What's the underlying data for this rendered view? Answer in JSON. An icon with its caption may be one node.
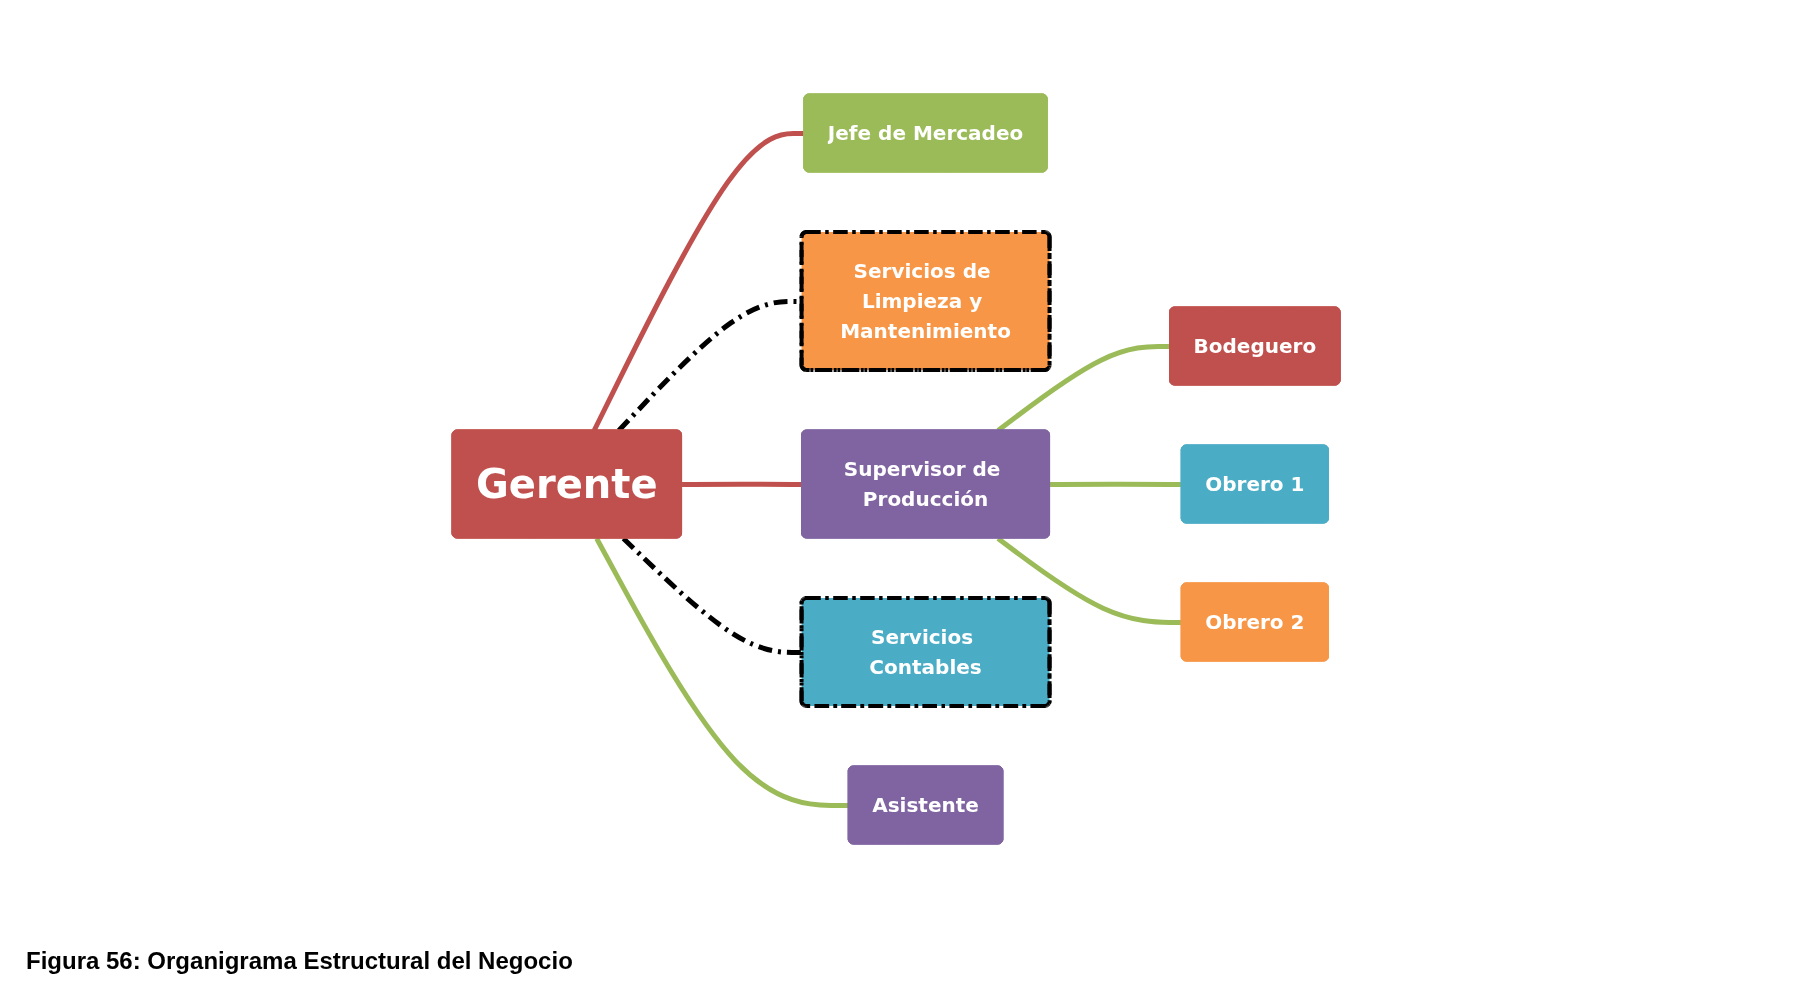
{
  "diagram": {
    "caption": "Figura 56: Organigrama Estructural del Negocio",
    "nodes": [
      {
        "text": [
          "Jefe de Mercadeo"
        ]
      },
      {
        "text": [
          "Bodeguero"
        ]
      },
      {
        "text": [
          "Obrero 1"
        ]
      },
      {
        "text": [
          "Servicios de Limpieza y Mantenimiento"
        ]
      },
      {
        "text": [
          "Supervisor de Producción"
        ]
      },
      {
        "text": [
          "Gerente"
        ]
      },
      {
        "text": [
          "Obrero 2"
        ]
      },
      {
        "text": [
          "Servicios Contables"
        ]
      },
      {
        "text": [
          "Asistente"
        ]
      }
    ],
    "edges": [
      {
        "from": 5,
        "to": 0,
        "arrow": "none",
        "color": "#c0504d"
      },
      {
        "from": 5,
        "to": 3,
        "arrow": "none",
        "style": "dashed",
        "color": "#000000"
      },
      {
        "from": 5,
        "to": 7,
        "arrow": "none",
        "style": "dashed",
        "color": "#000000"
      },
      {
        "from": 5,
        "to": 8,
        "arrow": "none"
      },
      {
        "from": 5,
        "to": 4,
        "arrow": "none",
        "color": "#c0504d"
      },
      {
        "from": 4,
        "to": 1,
        "arrow": "none"
      },
      {
        "from": 4,
        "to": 2,
        "arrow": "none"
      },
      {
        "from": 4,
        "to": 6,
        "arrow": "none"
      }
    ]
  }
}
